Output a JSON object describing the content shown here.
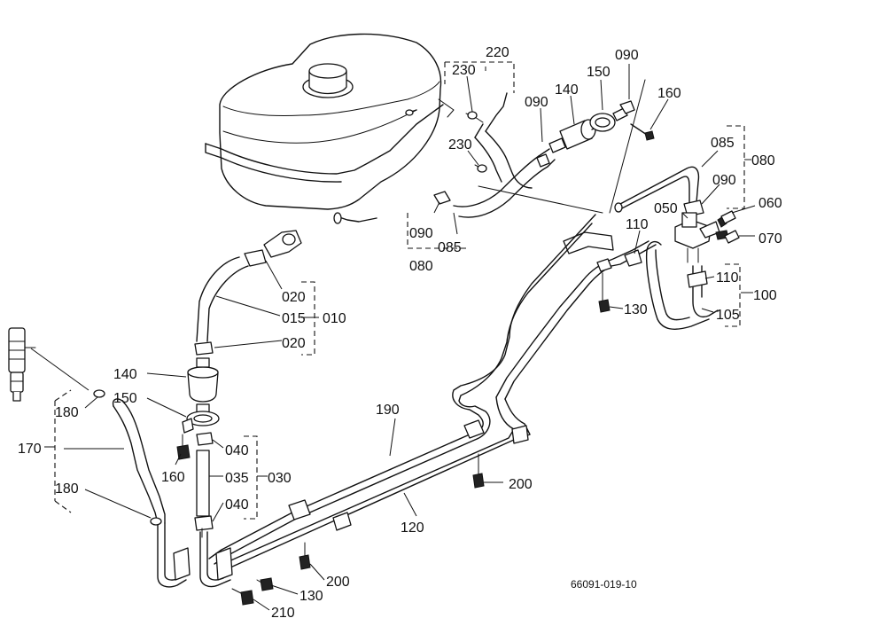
{
  "labels": {
    "l220": "220",
    "l230a": "230",
    "l230b": "230",
    "l090a": "090",
    "l140a": "140",
    "l150a": "150",
    "l090b": "090",
    "l160a": "160",
    "l085a": "085",
    "l080a": "080",
    "l090c": "090",
    "l060": "060",
    "l050": "050",
    "l070": "070",
    "l110a": "110",
    "l110b": "110",
    "l100": "100",
    "l105": "105",
    "l130a": "130",
    "l090d": "090",
    "l085b": "085",
    "l080b": "080",
    "l020a": "020",
    "l015": "015",
    "l010": "010",
    "l020b": "020",
    "l140b": "140",
    "l150b": "150",
    "l180a": "180",
    "l170": "170",
    "l040a": "040",
    "l035": "035",
    "l030": "030",
    "l160b": "160",
    "l040b": "040",
    "l180b": "180",
    "l190": "190",
    "l120": "120",
    "l200a": "200",
    "l200b": "200",
    "l130b": "130",
    "l210": "210",
    "ref": "66091-019-10"
  }
}
